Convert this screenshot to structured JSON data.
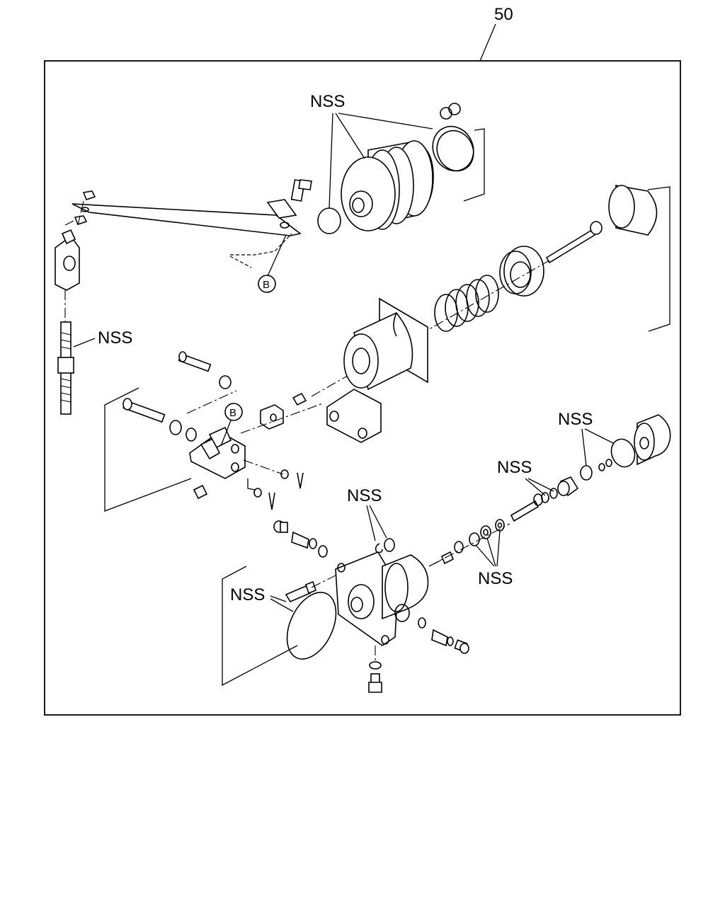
{
  "callout_number": "50",
  "labels": {
    "nss_top": "NSS",
    "nss_left": "NSS",
    "nss_right_ring": "NSS",
    "nss_valve_upper": "NSS",
    "nss_center": "NSS",
    "nss_valve_lower": "NSS",
    "nss_bottom_left": "NSS"
  },
  "references": {
    "b_upper": "B",
    "b_lower": "B"
  }
}
